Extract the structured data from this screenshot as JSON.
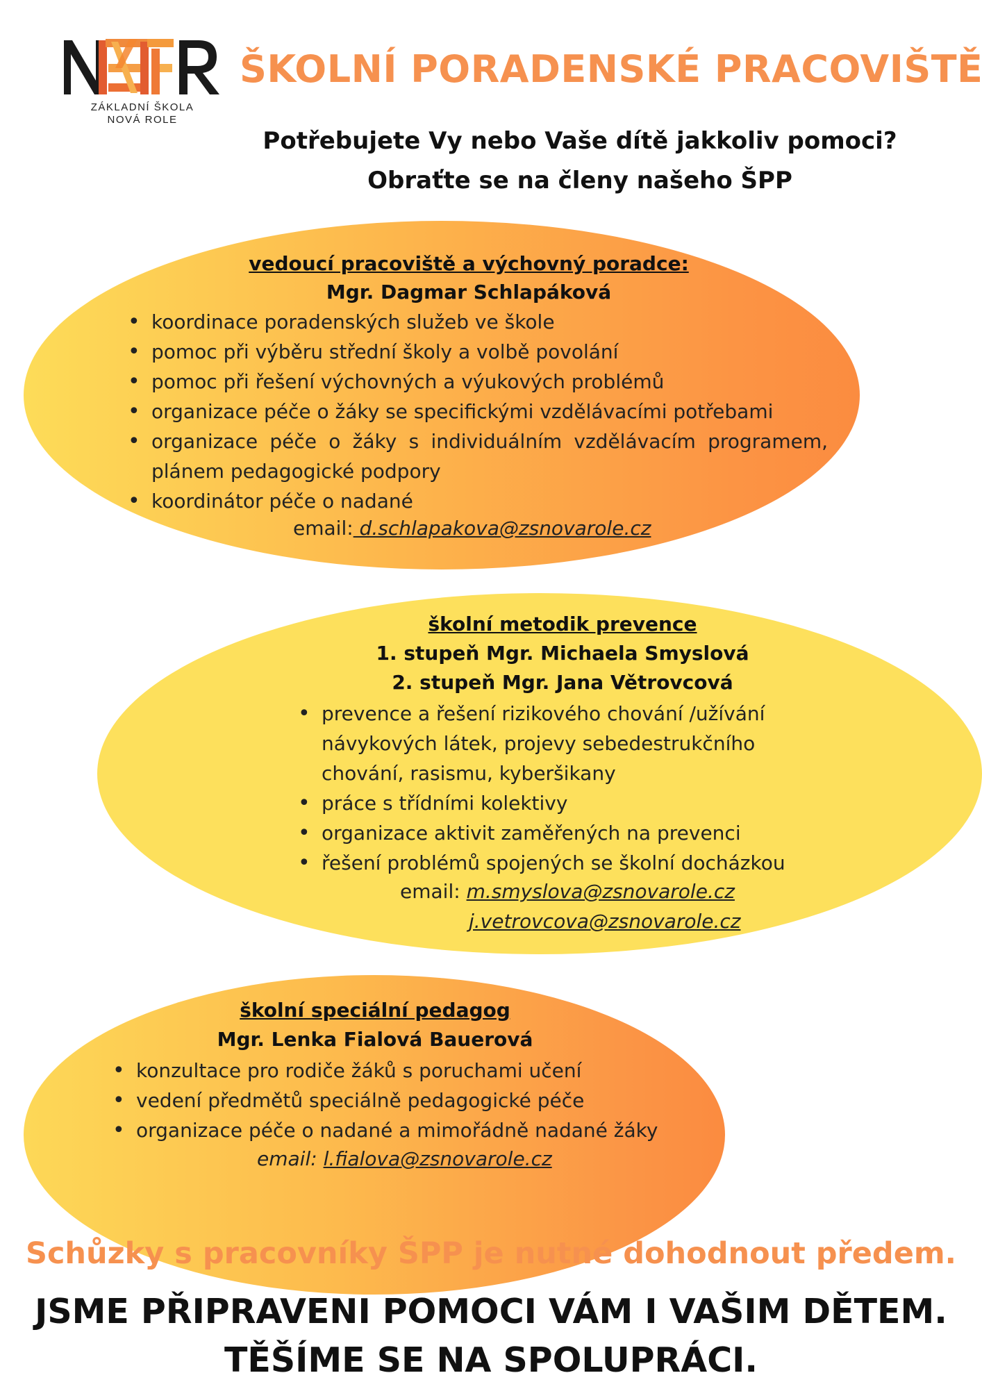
{
  "logo": {
    "text": "ZÁKLADNÍ ŠKOLA NOVÁ ROLE",
    "caption_line1": "ZÁKLADNÍ ŠKOLA",
    "caption_line2": "NOVÁ ROLE",
    "colors": {
      "dark": "#1a1a1a",
      "orange": "#f08a3c",
      "red": "#e25c30"
    }
  },
  "title": "ŠKOLNÍ PORADENSKÉ PRACOVIŠTĚ",
  "intro": {
    "line1": "Potřebujete Vy nebo Vaše dítě jakkoliv pomoci?",
    "line2": "Obraťte se na členy našeho ŠPP"
  },
  "sections": [
    {
      "heading": "vedoucí pracoviště a výchovný poradce:",
      "name": "Mgr. Dagmar Schlapáková",
      "items": [
        "koordinace poradenských služeb ve škole",
        "pomoc při výběru střední školy a volbě povolání",
        "pomoc při řešení výchovných a výukových problémů",
        "organizace péče o žáky se specifickými vzdělávacími potřebami",
        "organizace péče o žáky s individuálním vzdělávacím programem, plánem pedagogické podpory",
        "koordinátor péče o nadané"
      ],
      "email_label": "email:",
      "email": " d.schlapakova@zsnovarole.cz"
    },
    {
      "heading": "školní metodik prevence",
      "name_line1": "1. stupeň  Mgr. Michaela Smyslová",
      "name_line2": "2. stupeň Mgr. Jana Větrovcová",
      "items": [
        "prevence a řešení rizikového chování /užívání návykových látek, projevy sebedestrukčního chování, rasismu, kyberšikany",
        "práce s třídními kolektivy",
        " organizace aktivit zaměřených na prevenci",
        "řešení problémů spojených se školní docházkou"
      ],
      "email_label": "email:",
      "email1": "m.smyslova@zsnovarole.cz",
      "email2": "j.vetrovcova@zsnovarole.cz"
    },
    {
      "heading": "školní speciální pedagog",
      "name": "Mgr. Lenka Fialová Bauerová",
      "items": [
        "konzultace pro rodiče žáků s poruchami učení",
        "vedení předmětů speciálně pedagogické péče",
        "organizace péče o nadané a mimořádně nadané žáky"
      ],
      "email_label": "email:",
      "email": "l.fialova@zsnovarole.cz"
    }
  ],
  "footer": {
    "note": "Schůzky s pracovníky ŠPP je nutné dohodnout předem.",
    "line1": "JSME PŘIPRAVENI POMOCI VÁM I VAŠIM DĚTEM.",
    "line2": "TĚŠÍME SE NA SPOLUPRÁCI."
  },
  "colors": {
    "accent": "#f6914f",
    "ellipse_yellow": "#fde05c",
    "ellipse_orange": "#fb8c40"
  }
}
